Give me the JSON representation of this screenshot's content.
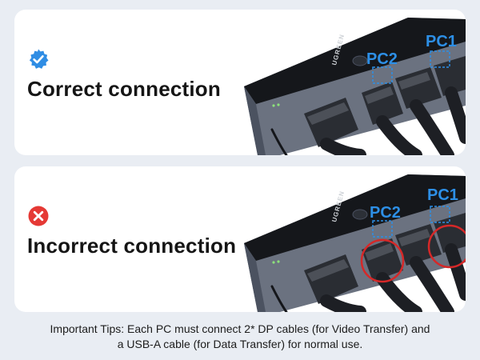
{
  "panels": [
    {
      "status": "correct",
      "status_icon": "check-icon",
      "status_color": "#2f8de4",
      "title": "Correct connection",
      "port_labels": [
        "PC2",
        "PC1"
      ],
      "brand": "UGREEN"
    },
    {
      "status": "incorrect",
      "status_icon": "cross-icon",
      "status_color": "#e53935",
      "title": "Incorrect connection",
      "port_labels": [
        "PC2",
        "PC1"
      ],
      "brand": "UGREEN"
    }
  ],
  "tips": {
    "line1": "Important Tips: Each PC must connect  2* DP cables (for Video Transfer) and",
    "line2": "a USB-A cable (for Data Transfer) for normal use."
  },
  "colors": {
    "accent": "#2d8fe6",
    "error": "#d62828",
    "background": "#e9edf3"
  }
}
